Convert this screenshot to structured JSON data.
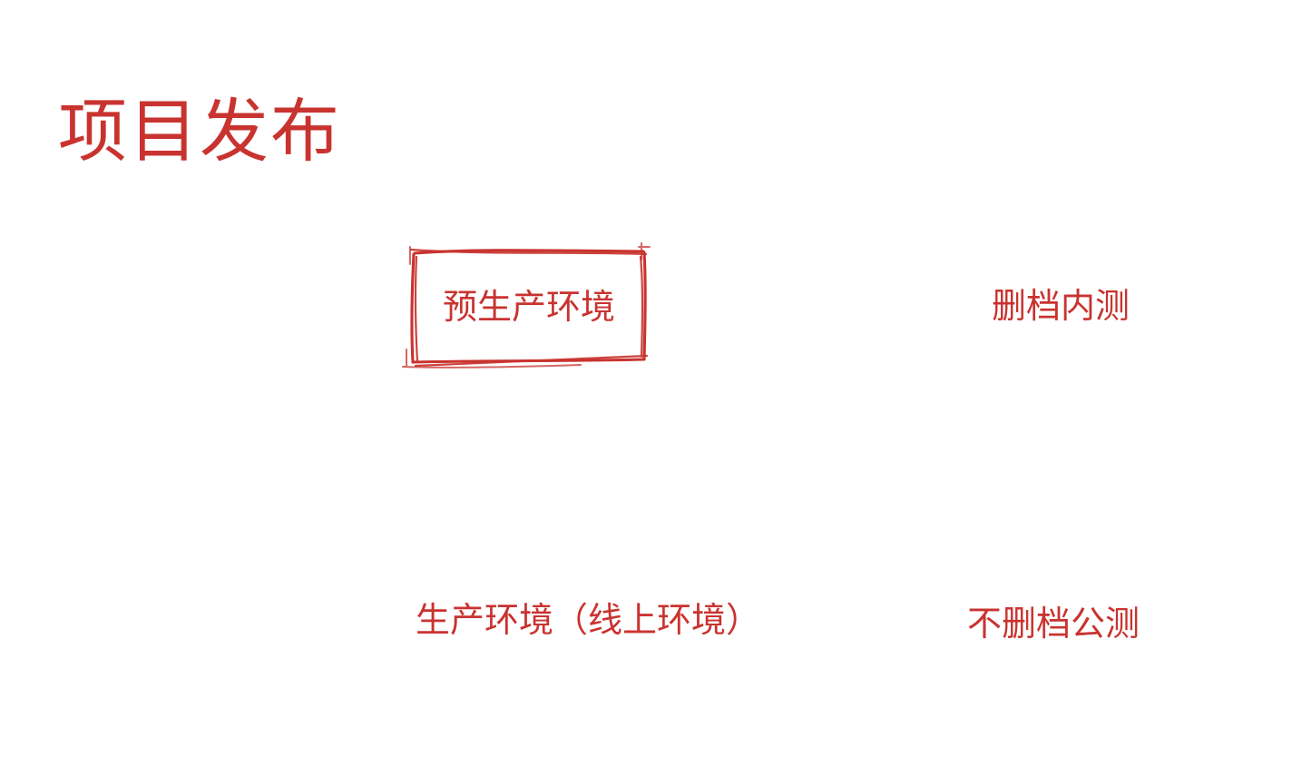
{
  "document": {
    "title": "项目发布",
    "background_color": "#ffffff",
    "ink_color": "#c8332e",
    "style": "hand-drawn-sketch"
  },
  "diagram": {
    "type": "flow",
    "nodes": [
      {
        "id": "pre-prod",
        "label": "预生产环境",
        "row": 1,
        "column": "left"
      },
      {
        "id": "closed-beta",
        "label": "删档内测",
        "row": 1,
        "column": "right"
      },
      {
        "id": "production",
        "label": "生产环境（线上环境）",
        "row": 2,
        "column": "left"
      },
      {
        "id": "open-beta",
        "label": "不删档公测",
        "row": 2,
        "column": "right"
      }
    ],
    "edges": [
      {
        "id": "edge-1",
        "from": "pre-prod",
        "to": "closed-beta",
        "label": "",
        "arrow": "single"
      },
      {
        "id": "edge-2",
        "from": "production",
        "to": "open-beta",
        "label": "",
        "arrow": "single"
      }
    ]
  }
}
